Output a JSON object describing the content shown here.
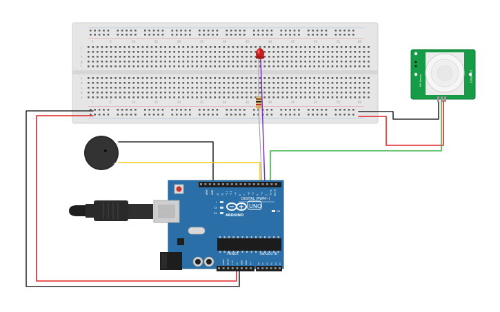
{
  "breadboard": {
    "column_numbers": [
      "1",
      "5",
      "10",
      "15",
      "20",
      "25",
      "30",
      "35",
      "40",
      "45",
      "50",
      "55",
      "60"
    ],
    "row_letters_top": [
      "j",
      "i",
      "h",
      "g",
      "f"
    ],
    "row_letters_bottom": [
      "e",
      "d",
      "c",
      "b",
      "a"
    ]
  },
  "buzzer": {
    "minus_label": "-",
    "plus_label": "+"
  },
  "pir_sensor": {
    "left_label": "PIR Sensor",
    "right_label": "D0: SR501"
  },
  "arduino": {
    "brand": "ARDUINO",
    "model": "UNO",
    "digital_label": "DIGITAL (PWM~)",
    "power_label": "POWER",
    "analog_label": "ANALOG IN",
    "aref_label": "AREF",
    "gnd_label": "GND",
    "tx_label": "TX",
    "rx_label": "RX",
    "l_label": "L",
    "on_label": "ON",
    "power_pins": [
      "IOREF",
      "RESET",
      "3.3V",
      "5V",
      "GND",
      "GND",
      "Vin"
    ],
    "analog_pins": [
      "A0",
      "A1",
      "A2",
      "A3",
      "A4",
      "A5"
    ],
    "digital_pins": [
      "13",
      "12",
      "~11",
      "~10",
      "~9",
      "8",
      "7",
      "~6",
      "~5",
      "4",
      "~3",
      "2",
      "TX→1",
      "RX←0"
    ]
  },
  "colors": {
    "wire_black": "#2b2b2b",
    "wire_red": "#e02020",
    "wire_yellow": "#f2c811",
    "wire_green": "#3db24a",
    "wire_purple": "#7a2fb8",
    "board_blue": "#2a6fa8",
    "pir_green": "#169c47",
    "breadboard": "#e7e7e7"
  }
}
